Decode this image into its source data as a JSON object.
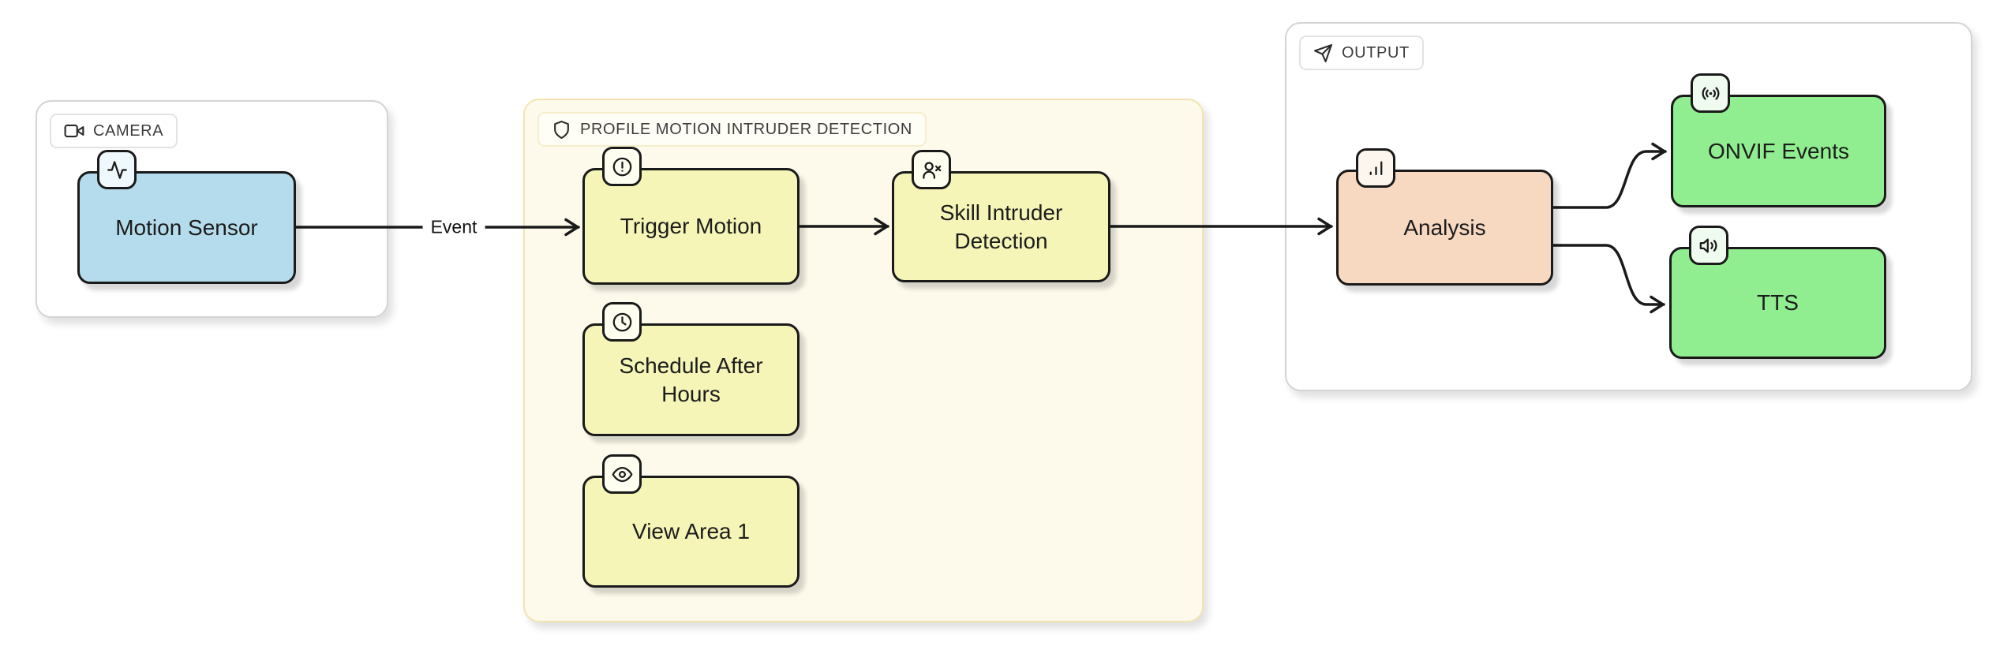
{
  "canvas": {
    "background": "#ffffff",
    "edge_color": "#1a1a1a",
    "node_border_color": "#1a1a1a"
  },
  "groups": {
    "camera": {
      "label": "CAMERA",
      "icon": "video-camera-icon",
      "background": "#ffffff",
      "border": "#d4d4d4"
    },
    "profile": {
      "label": "PROFILE MOTION INTRUDER DETECTION",
      "icon": "shield-icon",
      "background": "#fdfaec",
      "border": "#f3e4ae"
    },
    "output": {
      "label": "OUTPUT",
      "icon": "send-icon",
      "background": "#ffffff",
      "border": "#d4d4d4"
    }
  },
  "nodes": {
    "motion_sensor": {
      "label": "Motion Sensor",
      "icon": "activity-icon",
      "color": "#b5dcec",
      "badge_color": "#eff8fc"
    },
    "trigger_motion": {
      "label": "Trigger Motion",
      "icon": "alert-circle-icon",
      "color": "#f4f5b6",
      "badge_color": "#fdfdf0"
    },
    "schedule_after_hours": {
      "label": "Schedule After Hours",
      "icon": "clock-icon",
      "color": "#f4f5b6",
      "badge_color": "#fdfdf0"
    },
    "view_area_1": {
      "label": "View Area 1",
      "icon": "eye-icon",
      "color": "#f4f5b6",
      "badge_color": "#fdfdf0"
    },
    "skill_intruder_detection": {
      "label": "Skill Intruder Detection",
      "icon": "user-x-icon",
      "color": "#f4f5b6",
      "badge_color": "#fdfdf0"
    },
    "analysis": {
      "label": "Analysis",
      "icon": "bar-chart-icon",
      "color": "#f7d9c1",
      "badge_color": "#fdf6ef"
    },
    "onvif_events": {
      "label": "ONVIF Events",
      "icon": "broadcast-icon",
      "color": "#90ee90",
      "badge_color": "#f0fbf0"
    },
    "tts": {
      "label": "TTS",
      "icon": "speaker-icon",
      "color": "#90ee90",
      "badge_color": "#f0fbf0"
    }
  },
  "edges": {
    "event_label": "Event",
    "connections": [
      {
        "from": "motion_sensor",
        "to": "trigger_motion",
        "label": "Event"
      },
      {
        "from": "trigger_motion",
        "to": "skill_intruder_detection"
      },
      {
        "from": "skill_intruder_detection",
        "to": "analysis"
      },
      {
        "from": "analysis",
        "to": "onvif_events"
      },
      {
        "from": "analysis",
        "to": "tts"
      }
    ]
  }
}
